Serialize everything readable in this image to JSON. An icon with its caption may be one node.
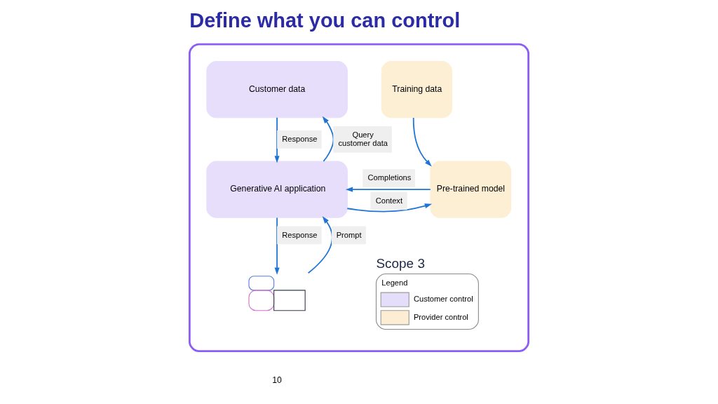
{
  "diagram": {
    "title": "Define what you can control",
    "nodes": [
      {
        "text": [],
        "shape": "box"
      },
      {
        "text": [
          "Customer data"
        ],
        "in": 0
      },
      {
        "text": [
          "Training data"
        ],
        "in": 0
      },
      {
        "text": [
          "Generative AI application"
        ],
        "in": 0
      },
      {
        "text": [
          "Pre-trained model"
        ],
        "in": 0
      },
      {
        "text": [],
        "shape": "person",
        "in": 0
      }
    ],
    "edges": [
      {
        "from": 3,
        "to": 1,
        "arrow": "to",
        "label": "Query customer data"
      },
      {
        "from": 1,
        "to": 3,
        "arrow": "to",
        "label": "Response"
      },
      {
        "from": 2,
        "to": 4,
        "arrow": "to"
      },
      {
        "from": 3,
        "to": 4,
        "arrow": "to",
        "label": "Context"
      },
      {
        "from": 4,
        "to": 3,
        "arrow": "to",
        "label": "Completions"
      },
      {
        "from": 5,
        "to": 3,
        "arrow": "to",
        "label": "Prompt"
      },
      {
        "from": 3,
        "to": 5,
        "arrow": "to",
        "label": "Response"
      }
    ],
    "labels": [
      "Scope 3",
      "Legend",
      "10"
    ],
    "legend": [
      {
        "text": "Customer control",
        "color": "#e5defa"
      },
      {
        "text": "Provider control",
        "color": "#fdedd3"
      }
    ]
  }
}
